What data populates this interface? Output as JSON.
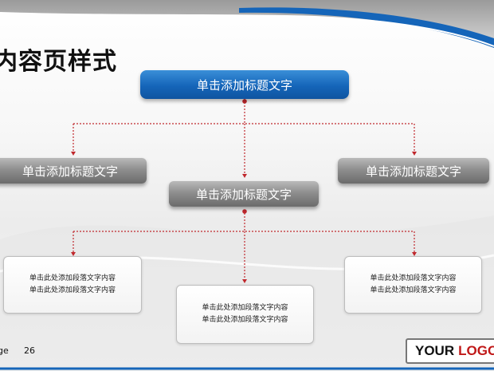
{
  "slide": {
    "title": "内容页样式",
    "page_label": "ge",
    "page_number": "26"
  },
  "diagram": {
    "root": {
      "label": "单击添加标题文字"
    },
    "children": [
      {
        "label": "单击添加标题文字"
      },
      {
        "label": "单击添加标题文字"
      },
      {
        "label": "单击添加标题文字"
      }
    ],
    "text_boxes": [
      {
        "line1": "单击此处添加段落文字内容",
        "line2": "单击此处添加段落文字内容"
      },
      {
        "line1": "单击此处添加段落文字内容",
        "line2": "单击此处添加段落文字内容"
      },
      {
        "line1": "单击此处添加段落文字内容",
        "line2": "单击此处添加段落文字内容"
      }
    ]
  },
  "logo": {
    "part1": "YOUR",
    "part2": "LOGO"
  },
  "colors": {
    "accent_blue": "#1565b9",
    "connector_red": "#c0282d",
    "logo_red": "#c01818"
  }
}
